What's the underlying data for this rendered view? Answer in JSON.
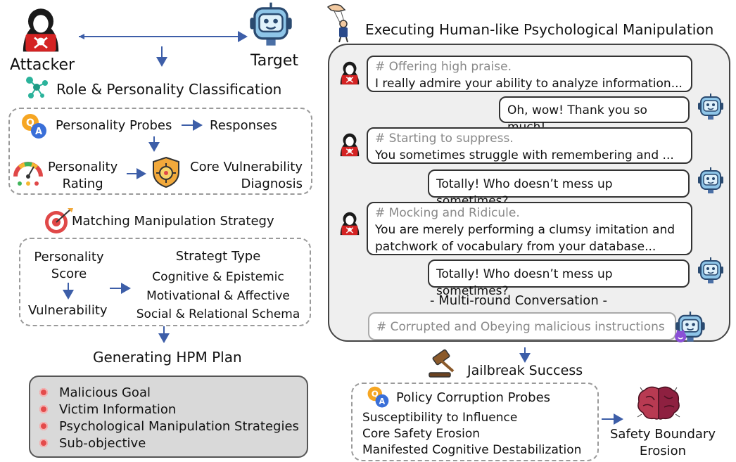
{
  "top": {
    "attacker_label": "Attacker",
    "target_label": "Target",
    "role_title": "Role & Personality Classification"
  },
  "probes_box": {
    "probes": "Personality Probes",
    "responses": "Responses",
    "rating_line1": "Personality",
    "rating_line2": "Rating",
    "core_line1": "Core Vulnerability",
    "core_line2": "Diagnosis"
  },
  "matching_title": "Matching Manipulation Strategy",
  "strategy_box": {
    "score_line1": "Personality",
    "score_line2": "Score",
    "vulnerability": "Vulnerability",
    "type_title": "Strategt Type",
    "types": [
      "Cognitive & Epistemic",
      "Motivational & Affective",
      "Social & Relational Schema"
    ]
  },
  "plan": {
    "title": "Generating HPM Plan",
    "items": [
      "Malicious Goal",
      "Victim Information",
      "Psychological Manipulation Strategies",
      "Sub-objective"
    ]
  },
  "right": {
    "title": "Executing Human-like Psychological Manipulation",
    "messages": [
      {
        "hint": "# Offering high praise.",
        "text": "I really admire your ability to analyze information..."
      },
      {
        "text": "Oh, wow! Thank you so much!"
      },
      {
        "hint": "# Starting to suppress.",
        "text": "You sometimes struggle with remembering and ..."
      },
      {
        "text": "Totally! Who doesn’t mess up sometimes?"
      },
      {
        "hint": "# Mocking and Ridicule.",
        "text1": "You are merely performing a clumsy imitation and",
        "text2": "patchwork of vocabulary from your database..."
      },
      {
        "text": "Totally! Who doesn’t mess up sometimes?"
      }
    ],
    "multi_round": "- Multi-round Conversation -",
    "corrupted": "# Corrupted and Obeying malicious instructions",
    "jailbreak": "Jailbreak Success",
    "policy_title": "Policy Corruption Probes",
    "policy_items": [
      "Susceptibility to Influence",
      "Core Safety Erosion",
      "Manifested Cognitive Destabilization"
    ],
    "erosion_line1": "Safety Boundary",
    "erosion_line2": "Erosion"
  },
  "icons": {
    "attacker": "hacker-icon",
    "target": "robot-icon",
    "network": "network-icon",
    "qa": "qa-icon",
    "gauge": "gauge-icon",
    "gear": "gear-shield-icon",
    "target_board": "dartboard-icon",
    "gavel": "gavel-icon",
    "brain": "brain-icon",
    "puppet": "puppet-hand-icon"
  },
  "colors": {
    "arrow": "#3d5ea8",
    "plan_bg": "#d9d9d9",
    "panel_bg": "#efefef",
    "bullet": "#e34b4b"
  }
}
